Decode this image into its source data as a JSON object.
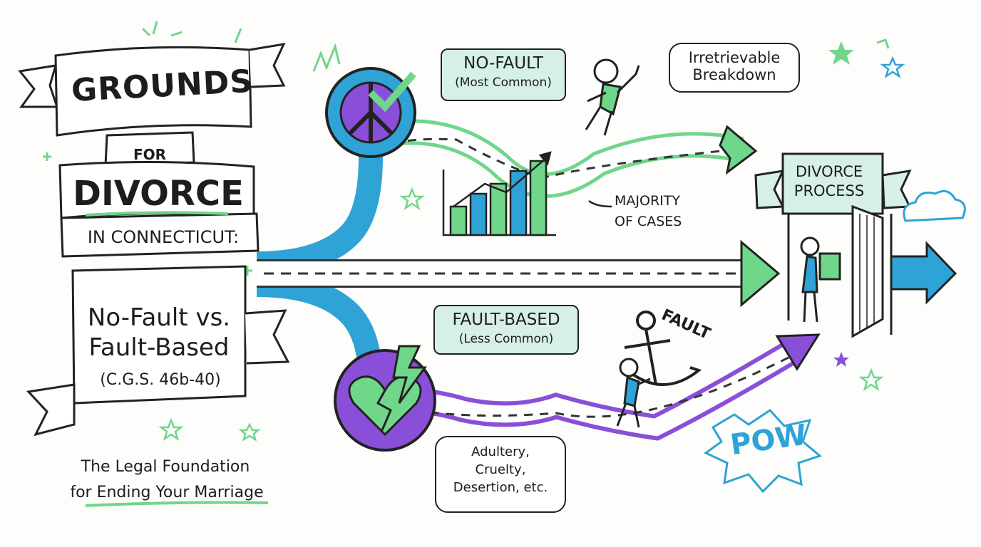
{
  "title": {
    "line1": "GROUNDS",
    "line2": "FOR",
    "line3": "DIVORCE",
    "line4": "IN CONNECTICUT:"
  },
  "subtitle": {
    "line1": "No-Fault vs.",
    "line2": "Fault-Based",
    "statute": "(C.G.S. 46b-40)"
  },
  "foundation": {
    "line1": "The Legal Foundation",
    "line2": "for Ending Your Marriage"
  },
  "no_fault": {
    "label": "NO-FAULT",
    "sub": "(Most Common)",
    "bubble_line1": "Irretrievable",
    "bubble_line2": "Breakdown",
    "majority_line1": "MAJORITY",
    "majority_line2": "OF CASES"
  },
  "fault_based": {
    "label": "FAULT-BASED",
    "sub": "(Less Common)",
    "bubble_line1": "Adultery,",
    "bubble_line2": "Cruelty,",
    "bubble_line3": "Desertion, etc.",
    "anchor_tag": "FAULT"
  },
  "process": {
    "line1": "DIVORCE",
    "line2": "PROCESS"
  },
  "burst": "POW",
  "colors": {
    "green": "#6fd68a",
    "blue": "#2fa3d6",
    "purple": "#8a4fd8",
    "teal_box": "#d6efe9",
    "ink": "#1d1d1d"
  },
  "icons": [
    "peace-sign-icon",
    "checkmark-icon",
    "broken-heart-icon",
    "lightning-icon",
    "anchor-icon",
    "cloud-icon",
    "door-icon",
    "thumbs-up-figure"
  ]
}
